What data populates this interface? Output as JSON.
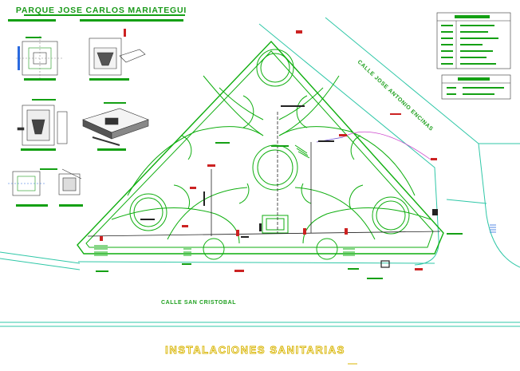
{
  "plan": {
    "title": "PARQUE JOSE CARLOS MARIATEGUI",
    "street_top_right": "CALLE JOSE ANTONIO ENCINAS",
    "street_bottom": "CALLE SAN CRISTOBAL",
    "sheet_title": "INSTALACIONES SANITARIAS"
  },
  "colors": {
    "park_line": "#0fae0f",
    "street_line": "#2fc7a7",
    "pipe": "#222222",
    "annotation": "#cc2222",
    "label_bar": "#14a014",
    "sheet_title": "#d8b400",
    "detail_line": "#333333"
  },
  "icons": [
    "registro-detail-icon",
    "trench-detail-icon",
    "meter-box-icon",
    "legend-table-icon",
    "north-arrow-icon"
  ]
}
